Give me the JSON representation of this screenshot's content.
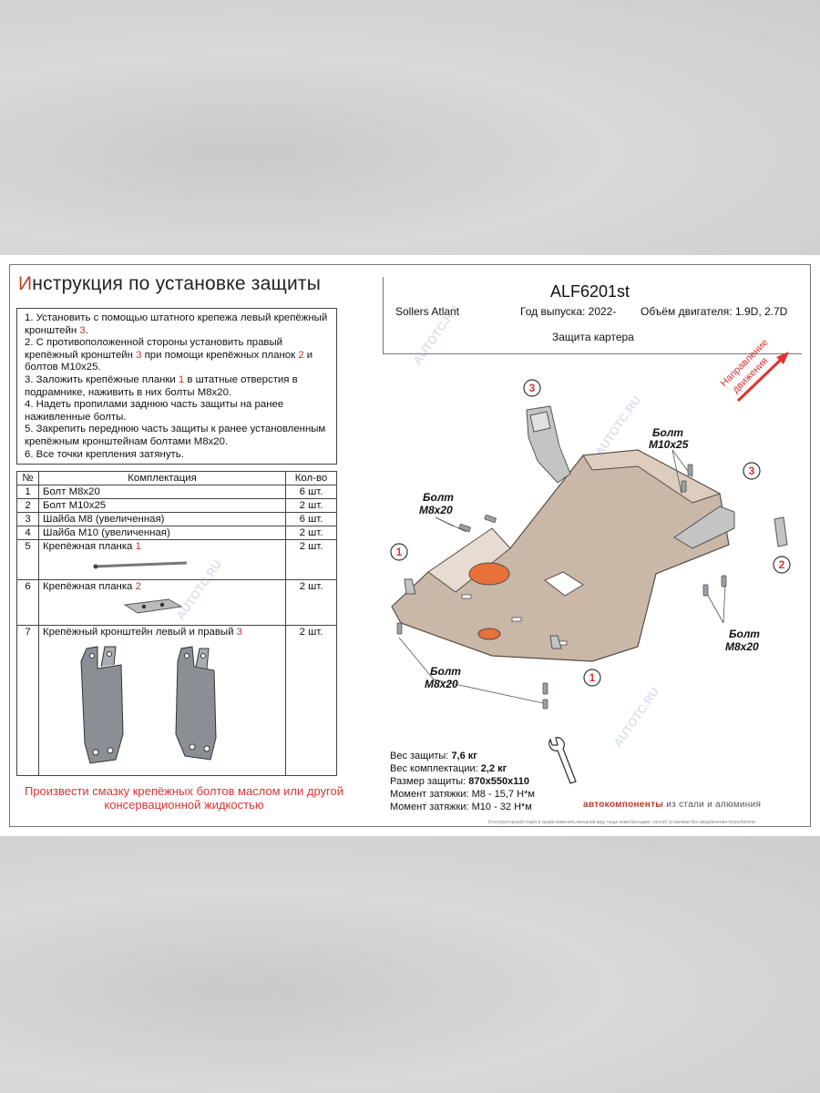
{
  "doc": {
    "title_first": "И",
    "title_rest": "нструкция по установке защиты",
    "steps": [
      {
        "pre": "1. Установить с помощью штатного крепежа левый крепёжный кронштейн ",
        "red": "3",
        "post": "."
      },
      {
        "pre": "2. С противоположенной стороны установить правый крепёжный кронштейн ",
        "red": "3",
        "mid": " при помощи крепёжных планок ",
        "red2": "2",
        "post": " и болтов М10х25."
      },
      {
        "pre": "3. Заложить крепёжные планки ",
        "red": "1",
        "post": " в штатные отверстия в подрамнике, наживить в них болты М8х20."
      },
      {
        "pre": "4. Надеть пропилами заднюю часть защиты на ранее наживленные болты.",
        "red": "",
        "post": ""
      },
      {
        "pre": "5. Закрепить переднюю часть защиты к ранее установленным крепёжным кронштейнам болтами М8х20.",
        "red": "",
        "post": ""
      },
      {
        "pre": "6. Все точки крепления затянуть.",
        "red": "",
        "post": ""
      }
    ],
    "kit_headers": {
      "num": "№",
      "name": "Комплектация",
      "qty": "Кол-во"
    },
    "kit_rows": [
      {
        "num": "1",
        "name": "Болт М8х20",
        "qty": "6 шт."
      },
      {
        "num": "2",
        "name": "Болт М10х25",
        "qty": "2 шт."
      },
      {
        "num": "3",
        "name": "Шайба М8 (увеличенная)",
        "qty": "6 шт."
      },
      {
        "num": "4",
        "name": "Шайба М10 (увеличенная)",
        "qty": "2 шт."
      },
      {
        "num": "5",
        "name": "Крепёжная планка ",
        "red": "1",
        "qty": "2 шт."
      },
      {
        "num": "6",
        "name": "Крепёжная планка ",
        "red": "2",
        "qty": "2 шт."
      },
      {
        "num": "7",
        "name": "Крепёжный кронштейн левый и правый ",
        "red": "3",
        "qty": "2 шт."
      }
    ],
    "warning": "Произвести смазку крепёжных болтов маслом или другой консервационной жидкостью",
    "code": "ALF6201st",
    "model": "Sollers Atlant",
    "year": "Год выпуска: 2022-",
    "engine": "Объём двигателя: 1.9D, 2.7D",
    "part": "Защита картера",
    "direction": [
      "Направление",
      "движения"
    ],
    "callouts": {
      "bolt_m10": [
        "Болт",
        "М10х25"
      ],
      "bolt_m8_left": [
        "Болт",
        "М8х20"
      ],
      "bolt_m8_right": [
        "Болт",
        "М8х20"
      ],
      "bolt_m8_bottom": [
        "Болт",
        "М8х20"
      ]
    },
    "markers": [
      "3",
      "3",
      "1",
      "2",
      "1"
    ],
    "specs": [
      {
        "label": "Вес защиты: ",
        "value": "7,6 кг"
      },
      {
        "label": "Вес комплектации: ",
        "value": "2,2 кг"
      },
      {
        "label": "Размер защиты: ",
        "value": "870х550х110"
      },
      {
        "label": "Момент затяжки:  ",
        "value": "М8 - 15,7 Н*м"
      },
      {
        "label": "Момент затяжки:  ",
        "value": "М10 - 32 Н*м"
      }
    ],
    "brand_red": "автокомпоненты",
    "brand_rest": " из стали и алюминия",
    "fine_print": "Конструкторский отдел в праве изменять внешний вид, чаще комплектацию, способ установки без уведомления потребителя",
    "watermark": "AUTOTC.RU"
  },
  "colors": {
    "accent_red": "#c0392b",
    "plate": "#c9b8a8",
    "orange": "#e8713a"
  }
}
